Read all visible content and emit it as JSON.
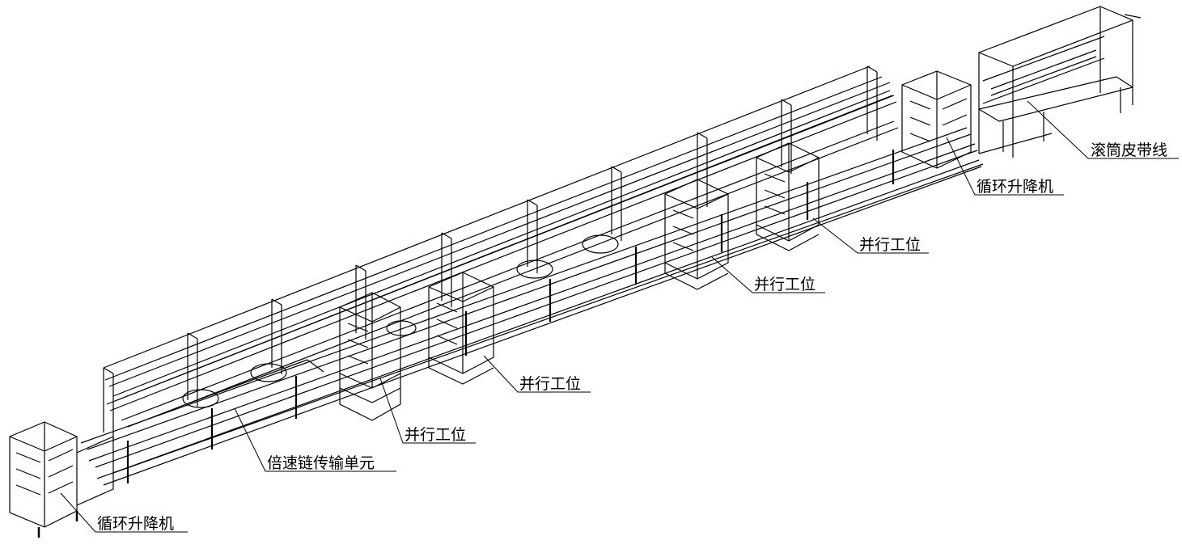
{
  "callouts": {
    "lift_left": "循环升降机",
    "speed_chain": "倍速链传输单元",
    "station_1": "并行工位",
    "station_2": "并行工位",
    "station_3": "并行工位",
    "station_4": "并行工位",
    "lift_right": "循环升降机",
    "roller_belt": "滚筒皮带线"
  },
  "colors": {
    "line": "#000000",
    "background": "#ffffff"
  }
}
